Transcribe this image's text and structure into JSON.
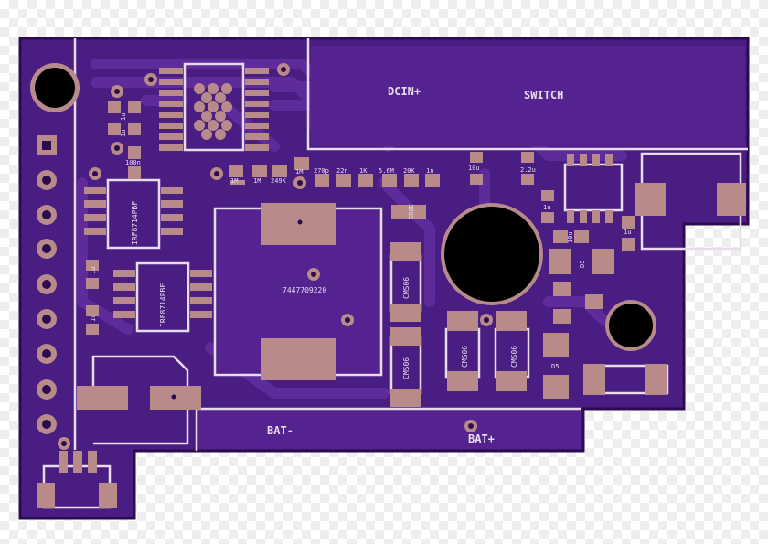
{
  "colors": {
    "board": "#4a1d82",
    "board_edge": "#2c0c4f",
    "trace": "#5e2b9b",
    "silkscreen": "#e8dcec",
    "pad": "#b88a8a",
    "drill": "#000000"
  },
  "labels": {
    "dcin": "DCIN+",
    "switch": "SWITCH",
    "bat_minus": "BAT-",
    "bat_plus": "BAT+",
    "inductor": "7447709220",
    "mosfet_1": "IRF8714PBF",
    "mosfet_2": "IRF8714PBF",
    "diode_1": "CMS06",
    "diode_2": "CMS06",
    "diode_3": "CMS06",
    "diode_4": "CMS06",
    "sd_label": "SD0E",
    "cap_100n_a": "100n",
    "cap_1u_a": "1u",
    "cap_1u_b": "1u",
    "res_1m_a": "1M",
    "res_1m_b": "1M",
    "res_249k": "249K",
    "res_1m_c": "1M",
    "cap_270p": "270p",
    "cap_22n": "22n",
    "res_1k": "1K",
    "res_5_6m": "5.6M",
    "res_20k": "20K",
    "cap_1n": "1n",
    "cap_10u_a": "10u",
    "cap_2_2u": "2.2u",
    "cap_1u_c": "1u",
    "cap_10u_b": "10u",
    "cap_1u_d": "1u",
    "diode_d5": "D5",
    "diode_d5_b": "D5",
    "cap_1u_e": "1u",
    "cap_1u_f": "1u"
  }
}
